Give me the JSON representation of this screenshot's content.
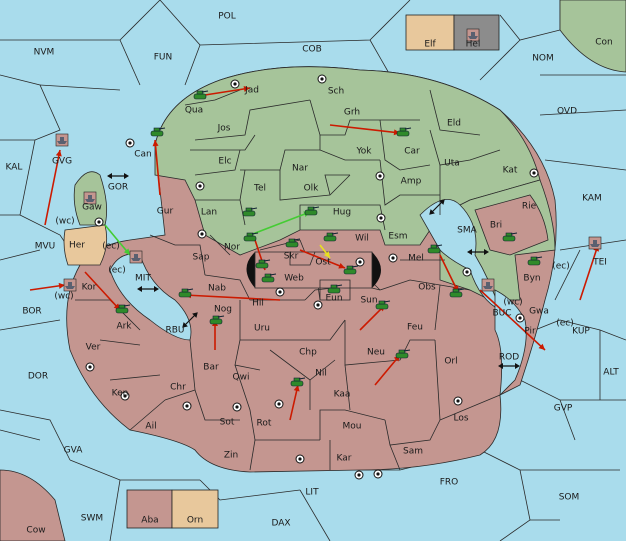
{
  "provinces": [
    {
      "key": "POL",
      "text": "POL"
    },
    {
      "key": "NVM",
      "text": "NVM"
    },
    {
      "key": "FUN",
      "text": "FUN"
    },
    {
      "key": "COB",
      "text": "COB"
    },
    {
      "key": "NOM",
      "text": "NOM"
    },
    {
      "key": "Con",
      "text": "Con"
    },
    {
      "key": "OVD",
      "text": "OVD"
    },
    {
      "key": "KAL",
      "text": "KAL"
    },
    {
      "key": "GVG",
      "text": "GVG"
    },
    {
      "key": "Jad",
      "text": "Jad"
    },
    {
      "key": "Sch",
      "text": "Sch"
    },
    {
      "key": "Qua",
      "text": "Qua"
    },
    {
      "key": "Jos",
      "text": "Jos"
    },
    {
      "key": "Grh",
      "text": "Grh"
    },
    {
      "key": "Eld",
      "text": "Eld"
    },
    {
      "key": "Can",
      "text": "Can"
    },
    {
      "key": "Car",
      "text": "Car"
    },
    {
      "key": "Yok",
      "text": "Yok"
    },
    {
      "key": "Uta",
      "text": "Uta"
    },
    {
      "key": "Elc",
      "text": "Elc"
    },
    {
      "key": "Nar",
      "text": "Nar"
    },
    {
      "key": "Kat",
      "text": "Kat"
    },
    {
      "key": "Amp",
      "text": "Amp"
    },
    {
      "key": "Tel",
      "text": "Tel"
    },
    {
      "key": "Olk",
      "text": "Olk"
    },
    {
      "key": "GOR",
      "text": "GOR"
    },
    {
      "key": "KAM",
      "text": "KAM"
    },
    {
      "key": "Gaw",
      "text": "Gaw"
    },
    {
      "key": "Gur",
      "text": "Gur"
    },
    {
      "key": "Lan",
      "text": "Lan"
    },
    {
      "key": "Hug",
      "text": "Hug"
    },
    {
      "key": "Rie",
      "text": "Rie"
    },
    {
      "key": "Bri",
      "text": "Bri"
    },
    {
      "key": "wc1",
      "text": "(wc)"
    },
    {
      "key": "SMA",
      "text": "SMA"
    },
    {
      "key": "Esm",
      "text": "Esm"
    },
    {
      "key": "Wil",
      "text": "Wil"
    },
    {
      "key": "MVU",
      "text": "MVU"
    },
    {
      "key": "Her",
      "text": "Her"
    },
    {
      "key": "ec1",
      "text": "(ec)"
    },
    {
      "key": "Nor",
      "text": "Nor"
    },
    {
      "key": "Sap",
      "text": "Sap"
    },
    {
      "key": "Skr",
      "text": "Skr"
    },
    {
      "key": "Ost",
      "text": "Ost"
    },
    {
      "key": "Mel",
      "text": "Mel"
    },
    {
      "key": "Byn",
      "text": "Byn"
    },
    {
      "key": "ec2",
      "text": "(ec)"
    },
    {
      "key": "TEI",
      "text": "TEI"
    },
    {
      "key": "MIT",
      "text": "MIT"
    },
    {
      "key": "Web",
      "text": "Web"
    },
    {
      "key": "Kor",
      "text": "Kor"
    },
    {
      "key": "ec3",
      "text": "(ec)"
    },
    {
      "key": "wc2",
      "text": "(wc)"
    },
    {
      "key": "Nab",
      "text": "Nab"
    },
    {
      "key": "Obs",
      "text": "Obs"
    },
    {
      "key": "Eun",
      "text": "Eun"
    },
    {
      "key": "BOR",
      "text": "BOR"
    },
    {
      "key": "Hil",
      "text": "Hil"
    },
    {
      "key": "Sun",
      "text": "Sun"
    },
    {
      "key": "BUC",
      "text": "BUC"
    },
    {
      "key": "wc3",
      "text": "(wc)"
    },
    {
      "key": "Gwa",
      "text": "Gwa"
    },
    {
      "key": "ec4",
      "text": "(ec)"
    },
    {
      "key": "Ark",
      "text": "Ark"
    },
    {
      "key": "RBU",
      "text": "RBU"
    },
    {
      "key": "Nog",
      "text": "Nog"
    },
    {
      "key": "Uru",
      "text": "Uru"
    },
    {
      "key": "Feu",
      "text": "Feu"
    },
    {
      "key": "Pir",
      "text": "Pir"
    },
    {
      "key": "KUP",
      "text": "KUP"
    },
    {
      "key": "Ver",
      "text": "Ver"
    },
    {
      "key": "Chp",
      "text": "Chp"
    },
    {
      "key": "Neu",
      "text": "Neu"
    },
    {
      "key": "Orl",
      "text": "Orl"
    },
    {
      "key": "ROD",
      "text": "ROD"
    },
    {
      "key": "Bar",
      "text": "Bar"
    },
    {
      "key": "Qwi",
      "text": "Qwi"
    },
    {
      "key": "Nil",
      "text": "Nil"
    },
    {
      "key": "ALT",
      "text": "ALT"
    },
    {
      "key": "DOR",
      "text": "DOR"
    },
    {
      "key": "Ken",
      "text": "Ken"
    },
    {
      "key": "Chr",
      "text": "Chr"
    },
    {
      "key": "Kaa",
      "text": "Kaa"
    },
    {
      "key": "GVP",
      "text": "GVP"
    },
    {
      "key": "Ail",
      "text": "Ail"
    },
    {
      "key": "Sot",
      "text": "Sot"
    },
    {
      "key": "Rot",
      "text": "Rot"
    },
    {
      "key": "Mou",
      "text": "Mou"
    },
    {
      "key": "Los",
      "text": "Los"
    },
    {
      "key": "GVA",
      "text": "GVA"
    },
    {
      "key": "Zin",
      "text": "Zin"
    },
    {
      "key": "Kar",
      "text": "Kar"
    },
    {
      "key": "Sam",
      "text": "Sam"
    },
    {
      "key": "FRO",
      "text": "FRO"
    },
    {
      "key": "LIT",
      "text": "LIT"
    },
    {
      "key": "SOM",
      "text": "SOM"
    },
    {
      "key": "SWM",
      "text": "SWM"
    },
    {
      "key": "DAX",
      "text": "DAX"
    },
    {
      "key": "Cow",
      "text": "Cow"
    }
  ],
  "offmap_boxes": [
    {
      "key": "Elf",
      "text": "Elf",
      "color": "#e8c89c"
    },
    {
      "key": "Hel",
      "text": "Hel",
      "color": "#8c8c8c"
    },
    {
      "key": "Aba",
      "text": "Aba",
      "color": "#c49690"
    },
    {
      "key": "Orn",
      "text": "Orn",
      "color": "#e8c89c"
    }
  ],
  "colors": {
    "sea": "#a9dcec",
    "green_power": "#a6c49a",
    "red_power": "#c49690",
    "tan_power": "#e8c89c",
    "grey_power": "#8c8c8c",
    "move_order": "#cc1a00",
    "support_order": "#44cc33",
    "convoy_order": "#e8e020",
    "army_unit": "#2f8a2a"
  },
  "unit_icon": "tank-icon",
  "fleet_icon": "ship-icon",
  "supply_center_icon": "supply-center-icon",
  "connection_icon": "double-arrow-icon"
}
